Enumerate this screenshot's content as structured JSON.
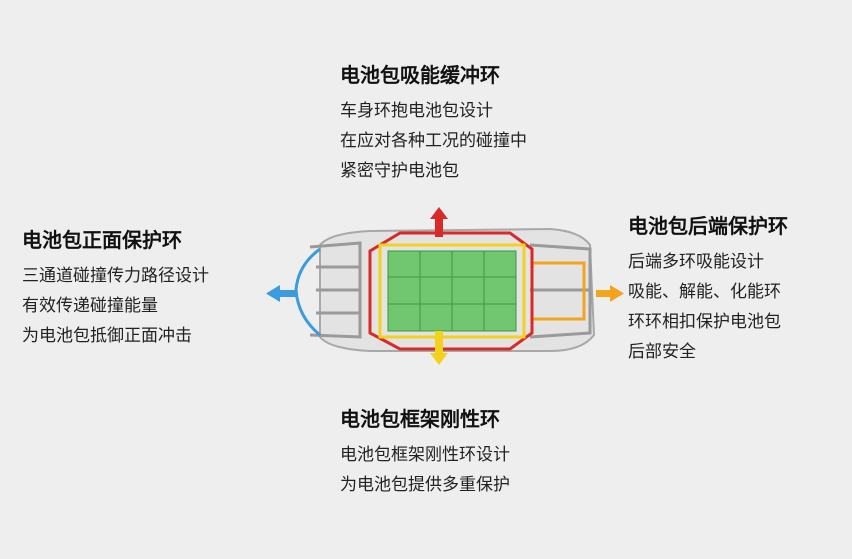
{
  "top": {
    "title": "电池包吸能缓冲环",
    "lines": [
      "车身环抱电池包设计",
      "在应对各种工况的碰撞中",
      "紧密守护电池包"
    ]
  },
  "left": {
    "title": "电池包正面保护环",
    "lines": [
      "三通道碰撞传力路径设计",
      "有效传递碰撞能量",
      "为电池包抵御正面冲击"
    ]
  },
  "right": {
    "title": "电池包后端保护环",
    "lines": [
      "后端多环吸能设计",
      "吸能、解能、化能环",
      "环环相扣保护电池包",
      "后部安全"
    ]
  },
  "bottom": {
    "title": "电池包框架刚性环",
    "lines": [
      "电池包框架刚性环设计",
      "为电池包提供多重保护"
    ]
  },
  "colors": {
    "front_ring": "#3b9be0",
    "absorb_ring": "#d92a2a",
    "frame_ring": "#f2d21c",
    "rear_ring": "#f2a51c",
    "battery": "#5cc25a"
  },
  "icons": {
    "front_arrow": "arrow-left-icon",
    "top_arrow": "arrow-up-icon",
    "bottom_arrow": "arrow-down-icon",
    "rear_arrow": "arrow-right-icon"
  }
}
